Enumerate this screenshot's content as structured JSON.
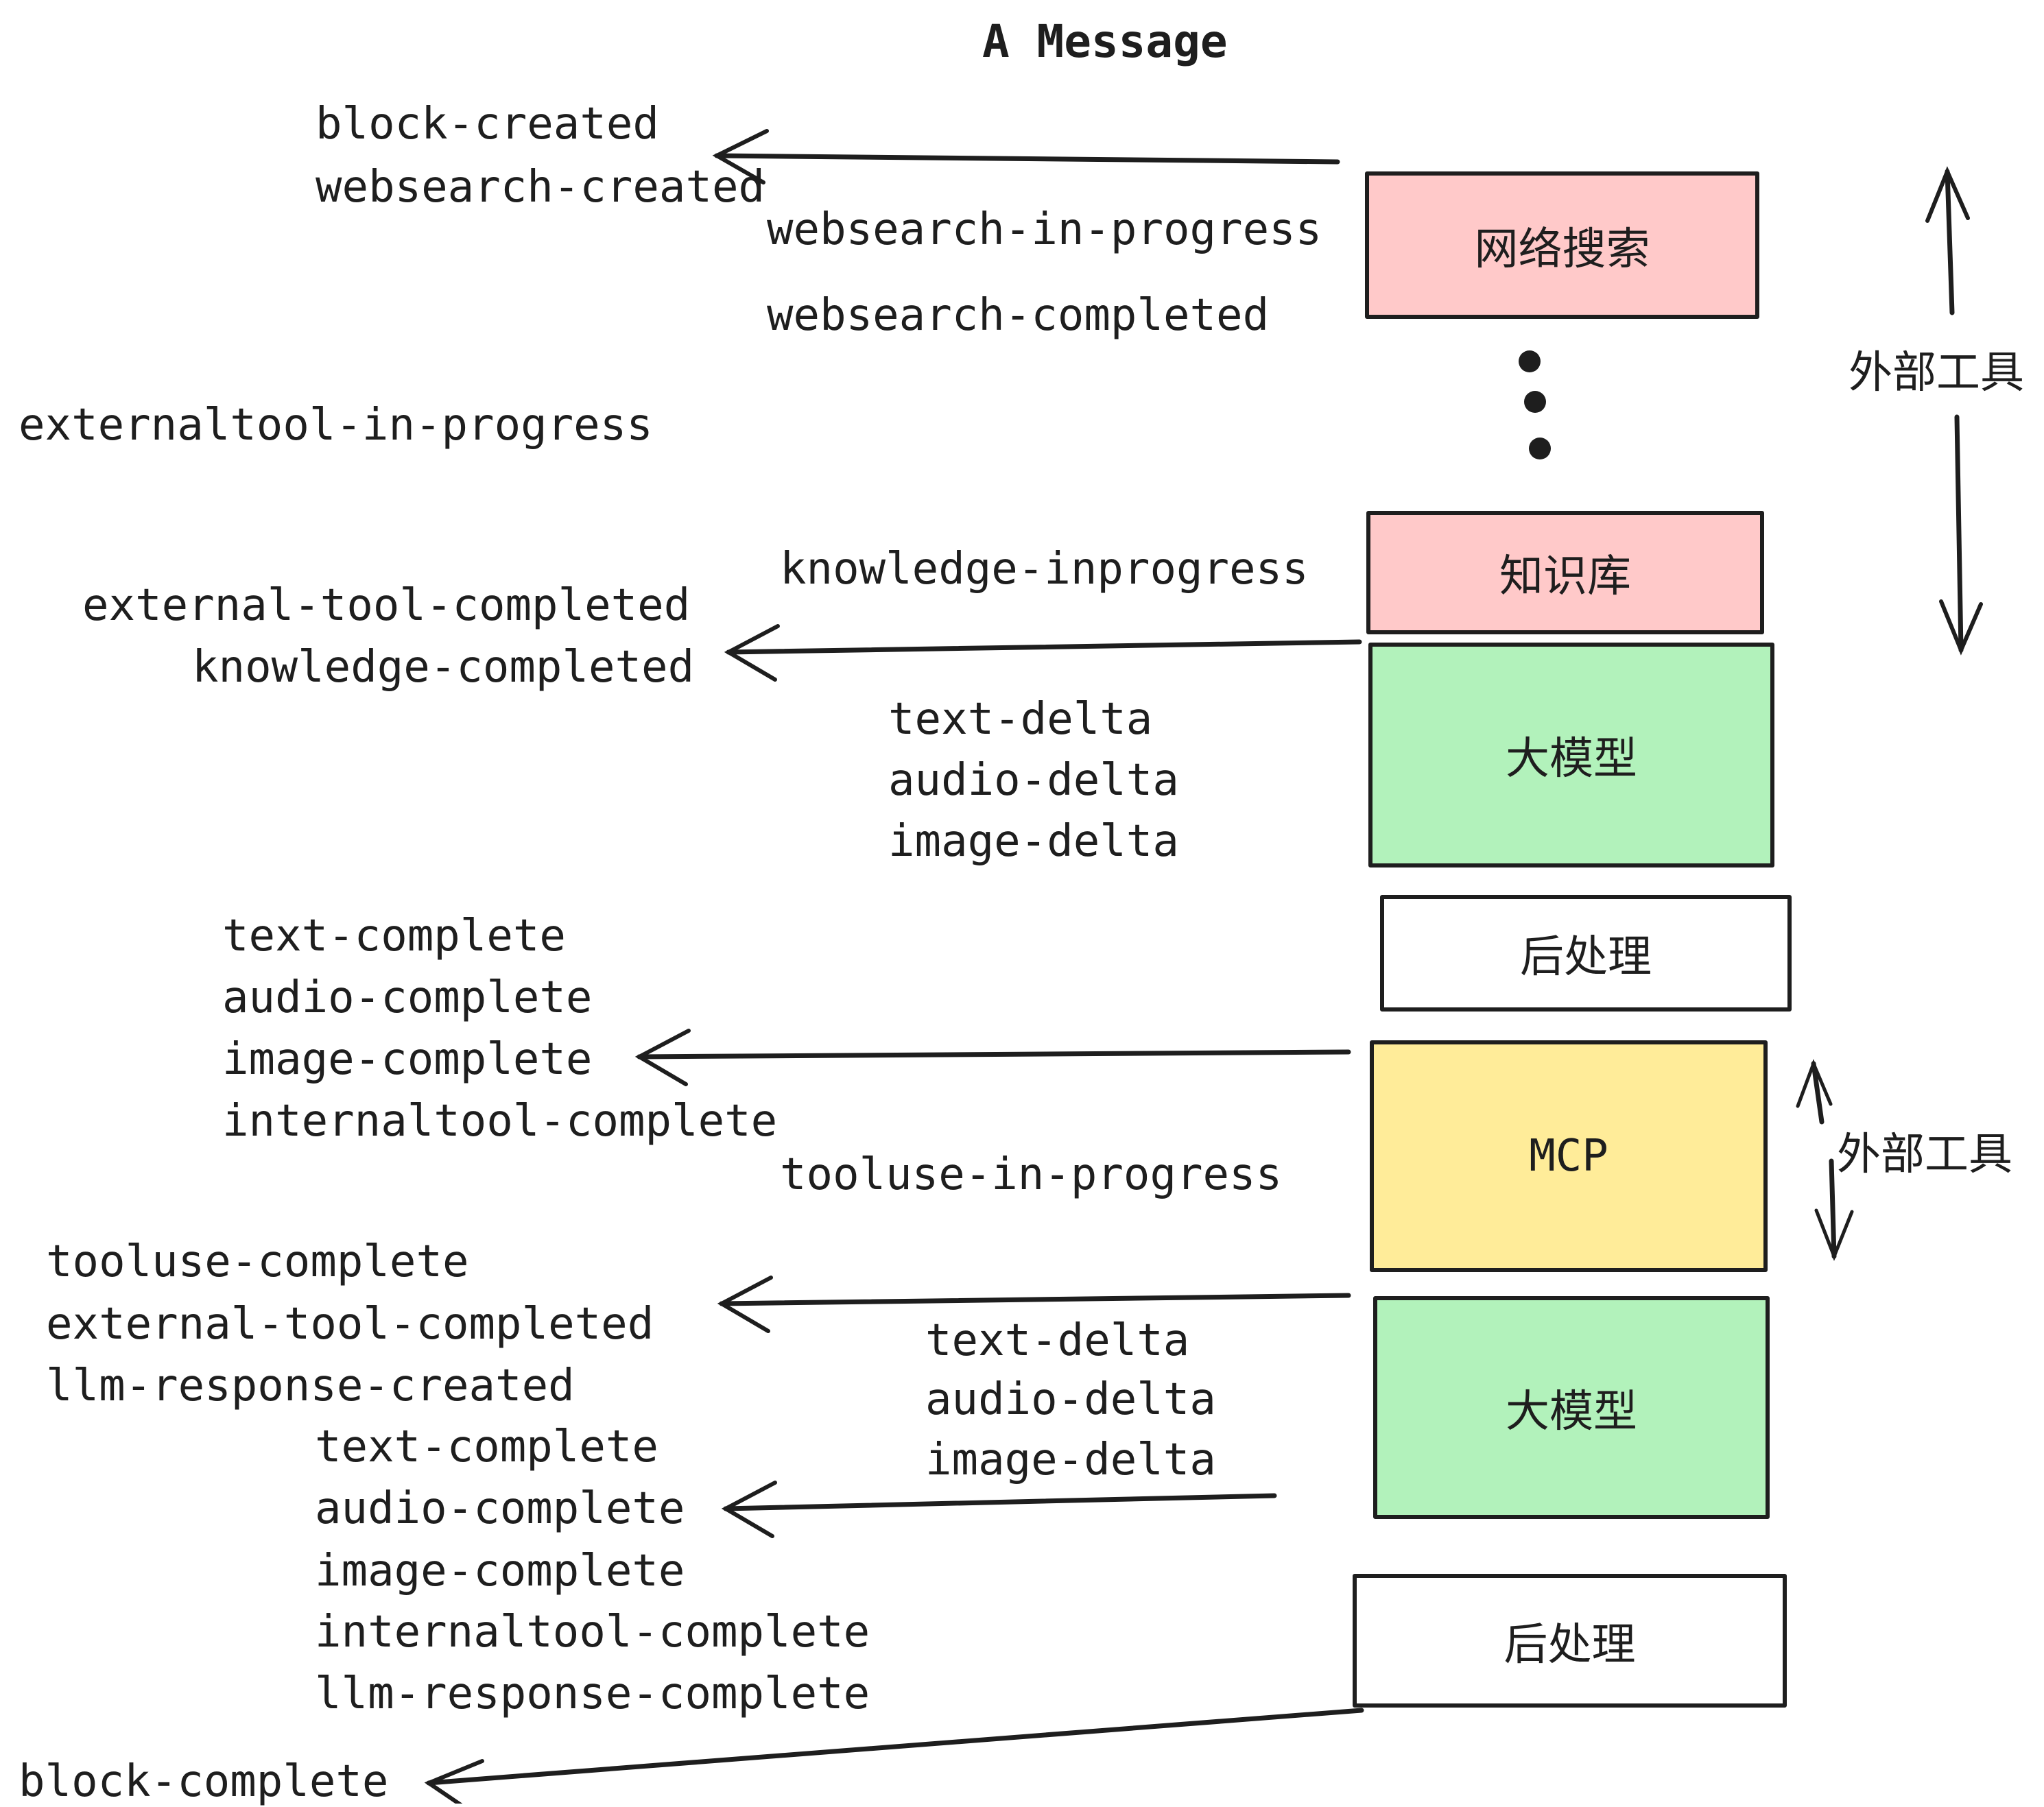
{
  "title": "A Message",
  "colors": {
    "box_pink": "#ffc9c9",
    "box_green": "#b2f2bb",
    "box_yellow": "#ffec99",
    "box_white": "#ffffff",
    "stroke": "#1e1e1e"
  },
  "boxes": {
    "websearch": "网络搜索",
    "knowledge": "知识库",
    "llm1": "大模型",
    "post1": "后处理",
    "mcp": "MCP",
    "llm2": "大模型",
    "post2": "后处理"
  },
  "annotations": {
    "external_tools_top": "外部工具",
    "external_tools_mcp": "外部工具"
  },
  "events": {
    "g1": [
      "block-created",
      "websearch-created"
    ],
    "g2": [
      "websearch-in-progress",
      "websearch-completed"
    ],
    "g3": [
      "externaltool-in-progress"
    ],
    "g4": [
      "knowledge-inprogress"
    ],
    "g5": [
      "external-tool-completed",
      "knowledge-completed"
    ],
    "g6": [
      "text-delta",
      "audio-delta",
      "image-delta"
    ],
    "g7": [
      "text-complete",
      "audio-complete",
      "image-complete",
      "internaltool-complete"
    ],
    "g8": [
      "tooluse-in-progress"
    ],
    "g9": [
      "tooluse-complete",
      "external-tool-completed",
      "llm-response-created"
    ],
    "g10": [
      "text-delta",
      "audio-delta",
      "image-delta"
    ],
    "g11": [
      "text-complete",
      "audio-complete",
      "image-complete",
      "internaltool-complete",
      "llm-response-complete"
    ],
    "g12": [
      "block-complete"
    ]
  }
}
